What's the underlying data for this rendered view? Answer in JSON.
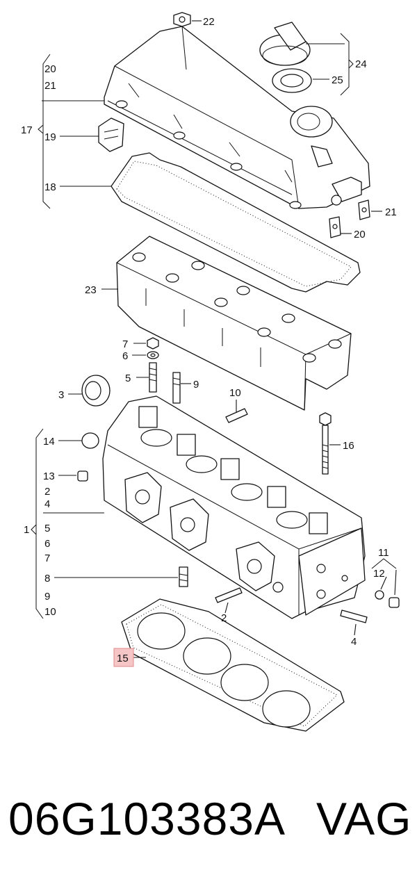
{
  "diagram": {
    "labels": {
      "l22": "22",
      "l24": "24",
      "l25": "25",
      "l20a": "20",
      "l21a": "21",
      "l17": "17",
      "l19": "19",
      "l18": "18",
      "l21b": "21",
      "l20b": "20",
      "l23": "23",
      "l7a": "7",
      "l6a": "6",
      "l5a": "5",
      "l9a": "9",
      "l3": "3",
      "l10a": "10",
      "l14": "14",
      "l16": "16",
      "l13": "13",
      "l2a": "2",
      "l4a": "4",
      "l1": "1",
      "l5b": "5",
      "l6b": "6",
      "l7b": "7",
      "l8": "8",
      "l9b": "9",
      "l10b": "10",
      "l11": "11",
      "l12": "12",
      "l2b": "2",
      "l4b": "4",
      "l15": "15"
    },
    "highlight_color": "#f6c6c6",
    "highlight_border": "#e08a8a"
  },
  "footer": {
    "part_number": "06G103383A",
    "brand": "VAG"
  }
}
